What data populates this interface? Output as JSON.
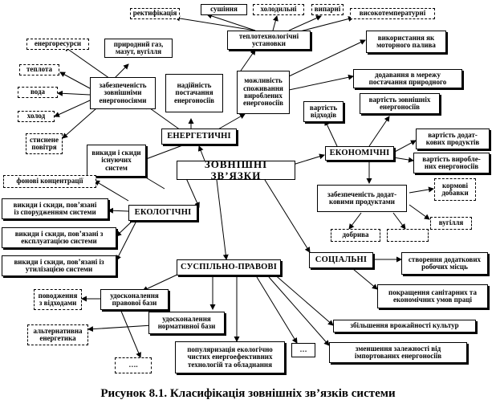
{
  "diagram": {
    "center": "ЗОВНІШНІ ЗВ’ЯЗКИ",
    "categories": {
      "energy": "ЕНЕРГЕТИЧНІ",
      "economic": "ЕКОНОМІЧНІ",
      "ecological": "ЕКОЛОГІЧНІ",
      "social": "СОЦІАЛЬНІ",
      "legal": "СУСПІЛЬНО-ПРАВОВІ"
    },
    "nodes": {
      "rectification": "ректифікація",
      "drying": "сушіння",
      "cooling": "холодильні",
      "kilns": "випарні",
      "hightemp": "високотемпературні",
      "heat_plants": "теплотехнологічні\nустановки",
      "energy_resources": "енергоресурси",
      "natural_gas": "природний газ,\nмазут, вугілля",
      "heat": "теплота",
      "water": "вода",
      "cold": "холод",
      "compressed_air": "стиснене\nповітря",
      "supply": "забезпеченість\nзовнішніми\nенергоносіями",
      "reliability": "надійність\nпостачання\nенергоносіїв",
      "secondary_use": "можливість\nспоживання\nвироблених\nенергоносіїв",
      "motor_fuel": "використання як\nмоторного палива",
      "gas_network": "додавання в мережу\nпостачання природного",
      "emissions_current": "викиди і скиди\nіснуючих\nсистем",
      "waste_cost": "вартість\nвідходів",
      "energy_cost": "вартість зовнішніх\nенергоносіїв",
      "extra_products_cost": "вартість додат-\nкових продуктів",
      "produced_energy_cost": "вартість виробле-\nних енергоносіїв",
      "background": "фонові концентрації",
      "emissions_build": "викиди і скиди, пов’язані\nіз спорудженням системи",
      "emissions_operation": "викиди і скиди, пов’язані з\nексплуатацією системи",
      "emissions_disposal": "викиди і скиди, пов’язані із\nутилізацією системи",
      "extra_products": "забезпеченість додат-\nковими продуктами",
      "feed": "кормові\nдобавки",
      "fertilizer": "добрива",
      "empty_right": "",
      "fuel": "вугілля",
      "jobs": "створення додаткових\nробочих місць",
      "sanitary": "покращення санітарних та\nекономічних умов праці",
      "culture": "збільшення врожайності культур",
      "import": "зменшення залежності від\nімпортованих енергоносіїв",
      "waste_handling": "поводження\nз відходами",
      "law_improve": "удосконалення\nправової бази",
      "norms_improve": "удосконалення\nнормативної бази",
      "alt_energy": "альтернативна\nенергетика",
      "dots_left": "….",
      "popularization": "популяризація екологічно\nчистих енергоефективних\nтехнологій та обладнання",
      "dots_mid": "…"
    },
    "caption": "Рисунок 8.1. Класифікація зовнішніх зв’язків системи"
  }
}
